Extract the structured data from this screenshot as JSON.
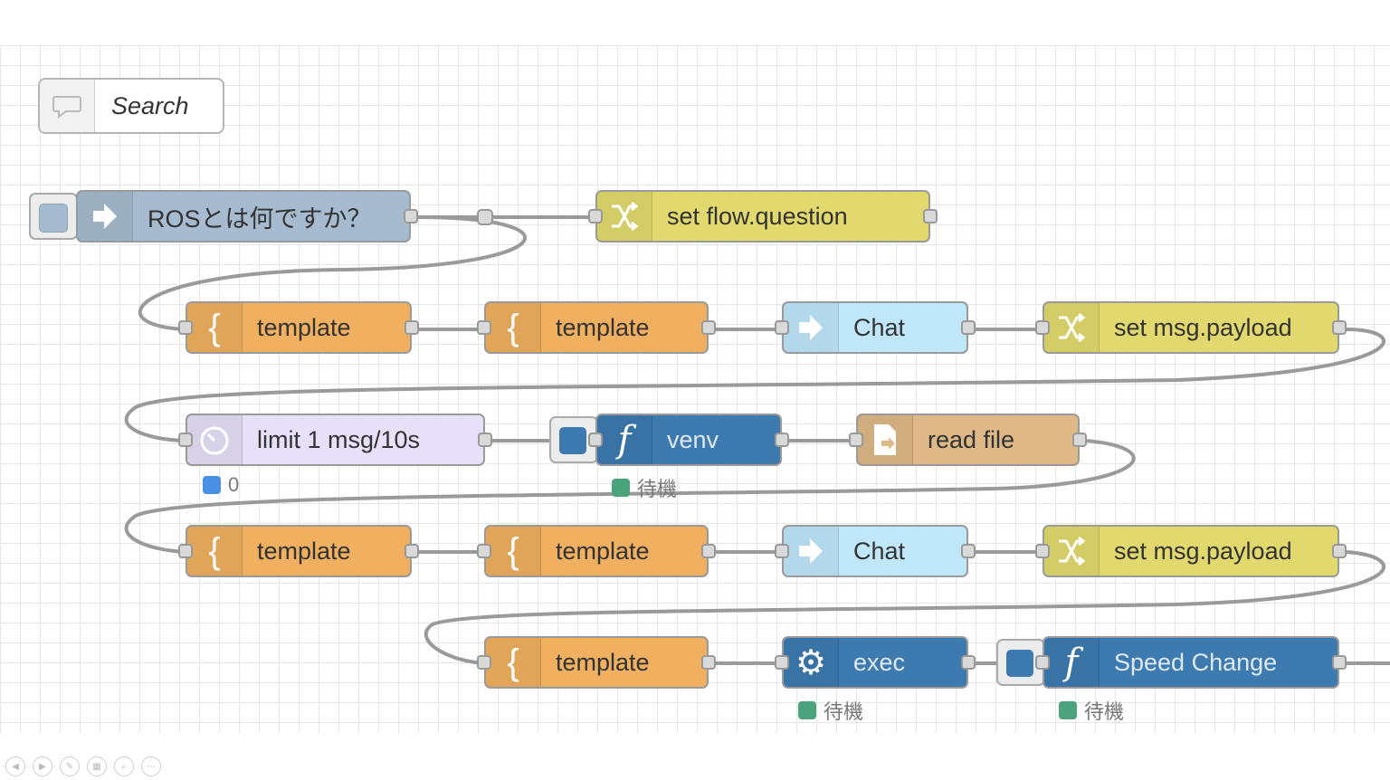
{
  "comment_node": {
    "label": "Search"
  },
  "nodes": {
    "inject": {
      "label": "ROSとは何ですか？"
    },
    "change_question": {
      "label": "set flow.question"
    },
    "template_r1a": {
      "label": "template"
    },
    "template_r1b": {
      "label": "template"
    },
    "chat_r1": {
      "label": "Chat"
    },
    "change_payload_r1": {
      "label": "set msg.payload"
    },
    "delay": {
      "label": "limit 1 msg/10s"
    },
    "venv": {
      "label": "venv"
    },
    "read_file": {
      "label": "read file"
    },
    "template_r3a": {
      "label": "template"
    },
    "template_r3b": {
      "label": "template"
    },
    "chat_r3": {
      "label": "Chat"
    },
    "change_payload_r3": {
      "label": "set msg.payload"
    },
    "template_r4": {
      "label": "template"
    },
    "exec": {
      "label": "exec"
    },
    "speed_change": {
      "label": "Speed Change"
    }
  },
  "statuses": {
    "delay": {
      "text": "0",
      "color": "#4a90e2"
    },
    "venv": {
      "text": "待機",
      "color": "#4aa37a"
    },
    "exec": {
      "text": "待機",
      "color": "#4aa37a"
    },
    "speed_change": {
      "text": "待機",
      "color": "#4aa37a"
    }
  },
  "colors": {
    "inject": "#a6bbcf",
    "change": "#e2d96e",
    "template": "#f0b060",
    "chat": "#c0e6fa",
    "delay": "#e6e0f8",
    "function": "#3d7ab0",
    "file": "#deb887",
    "wire": "#999999"
  }
}
